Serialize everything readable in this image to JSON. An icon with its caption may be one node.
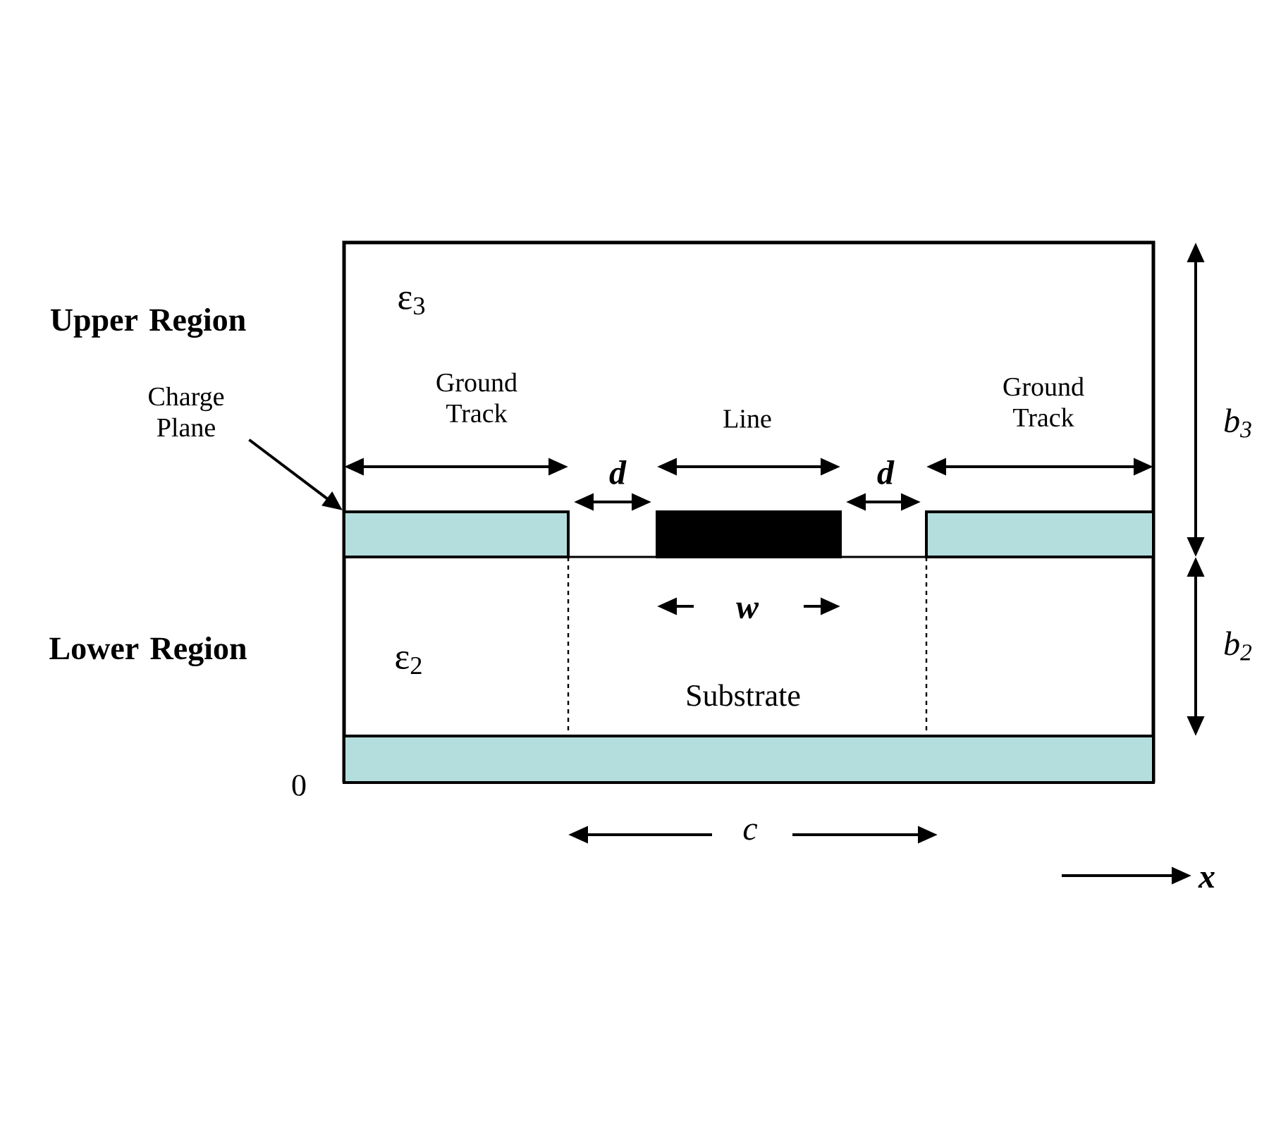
{
  "diagram": {
    "nodes": [
      {
        "text": [
          "Charge Plane"
        ]
      },
      {
        "text": [],
        "shape": "box"
      },
      {
        "text": [],
        "shape": "box"
      },
      {
        "text": [],
        "shape": "box"
      },
      {
        "text": [],
        "shape": "box"
      }
    ],
    "edges": [
      {
        "from": 0,
        "to": 1,
        "arrow": "to"
      }
    ],
    "labels": [
      "Upper Region",
      "ε$_{3}$",
      "Ground Track",
      "Line",
      "Ground Track",
      "d",
      "d",
      "b$_{3}$",
      "w",
      "Lower Region",
      "ε$_{2}$",
      "Substrate",
      "b$_{2}$",
      "0",
      "c",
      "x"
    ]
  }
}
